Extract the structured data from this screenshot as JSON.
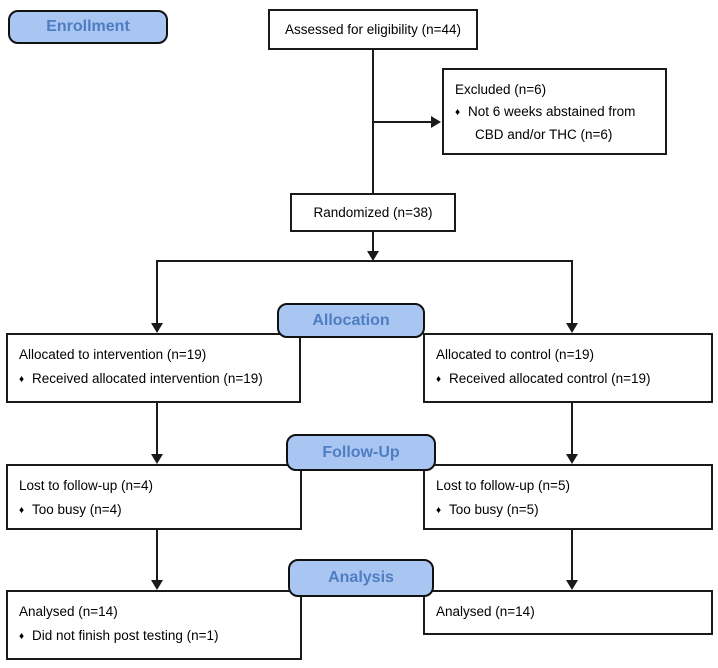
{
  "diagram": {
    "type": "consort-flowchart",
    "bullet": "♦",
    "stages": {
      "enrollment": {
        "label": "Enrollment"
      },
      "allocation": {
        "label": "Allocation"
      },
      "follow_up": {
        "label": "Follow-Up"
      },
      "analysis": {
        "label": "Analysis"
      }
    },
    "boxes": {
      "assessed": {
        "text": "Assessed for eligibility (n=44)"
      },
      "excluded": {
        "title": "Excluded (n=6)",
        "bullet_text": "Not 6 weeks abstained from",
        "bullet_text_cont": "CBD and/or THC (n=6)"
      },
      "randomized": {
        "text": "Randomized (n=38)"
      },
      "allocated_intervention": {
        "title": "Allocated to intervention (n=19)",
        "bullet_text": "Received allocated intervention (n=19)"
      },
      "allocated_control": {
        "title": "Allocated to control (n=19)",
        "bullet_text": "Received allocated control (n=19)"
      },
      "lost_intervention": {
        "title": "Lost to follow-up (n=4)",
        "bullet_text": "Too busy (n=4)"
      },
      "lost_control": {
        "title": "Lost to follow-up (n=5)",
        "bullet_text": "Too busy (n=5)"
      },
      "analysed_intervention": {
        "title": "Analysed (n=14)",
        "bullet_text": "Did not finish post testing (n=1)"
      },
      "analysed_control": {
        "title": "Analysed (n=14)"
      }
    },
    "colors": {
      "label_fill": "#a9c5f2",
      "label_text": "#4f7dc2",
      "line": "#1a1a1a",
      "box_border": "#1a1a1a"
    }
  }
}
